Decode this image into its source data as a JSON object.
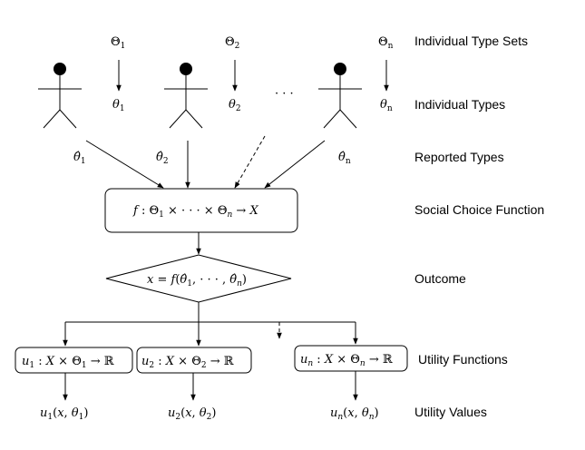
{
  "labels": {
    "individual_type_sets": "Individual Type Sets",
    "individual_types": "Individual Types",
    "reported_types": "Reported Types",
    "social_choice_function": "Social Choice Function",
    "outcome": "Outcome",
    "utility_functions": "Utility Functions",
    "utility_values": "Utility Values"
  },
  "agents": [
    {
      "type_set": "Θ",
      "type_set_sub": "1",
      "type": "θ",
      "type_sub": "1",
      "reported": "θ̂",
      "reported_sub": "1"
    },
    {
      "type_set": "Θ",
      "type_set_sub": "2",
      "type": "θ",
      "type_sub": "2",
      "reported": "θ̂",
      "reported_sub": "2"
    },
    {
      "type_set": "Θ",
      "type_set_sub": "n",
      "type": "θ",
      "type_sub": "n",
      "reported": "θ̂",
      "reported_sub": "n"
    }
  ],
  "ellipsis": "· · ·",
  "social_choice": {
    "f": "f",
    "pre": " : Θ",
    "sub1": "1",
    "mid": " × · · · × Θ",
    "subn": "n",
    "post": " → ",
    "X": "X"
  },
  "outcome": {
    "x": "x",
    "eq": " = ",
    "f": "f",
    "open": "(",
    "t1": "θ̂",
    "t1_sub": "1",
    "dots": ", · · · , ",
    "tn": "θ̂",
    "tn_sub": "n",
    "close": ")"
  },
  "utility_functions": [
    {
      "u": "u",
      "sub": "1",
      "rest_a": " : ",
      "X": "X",
      "rest_b": " × Θ",
      "theta_sub": "1",
      "arrow": " → ℝ"
    },
    {
      "u": "u",
      "sub": "2",
      "rest_a": " : ",
      "X": "X",
      "rest_b": " × Θ",
      "theta_sub": "2",
      "arrow": " → ℝ"
    },
    {
      "u": "u",
      "sub": "n",
      "rest_a": " : ",
      "X": "X",
      "rest_b": " × Θ",
      "theta_sub": "n",
      "arrow": " → ℝ"
    }
  ],
  "utility_values": [
    {
      "u": "u",
      "sub": "1",
      "open": "(",
      "x": "x",
      "comma": ", ",
      "theta": "θ",
      "theta_sub": "1",
      "close": ")"
    },
    {
      "u": "u",
      "sub": "2",
      "open": "(",
      "x": "x",
      "comma": ", ",
      "theta": "θ",
      "theta_sub": "2",
      "close": ")"
    },
    {
      "u": "u",
      "sub": "n",
      "open": "(",
      "x": "x",
      "comma": ", ",
      "theta": "θ",
      "theta_sub": "n",
      "close": ")"
    }
  ]
}
